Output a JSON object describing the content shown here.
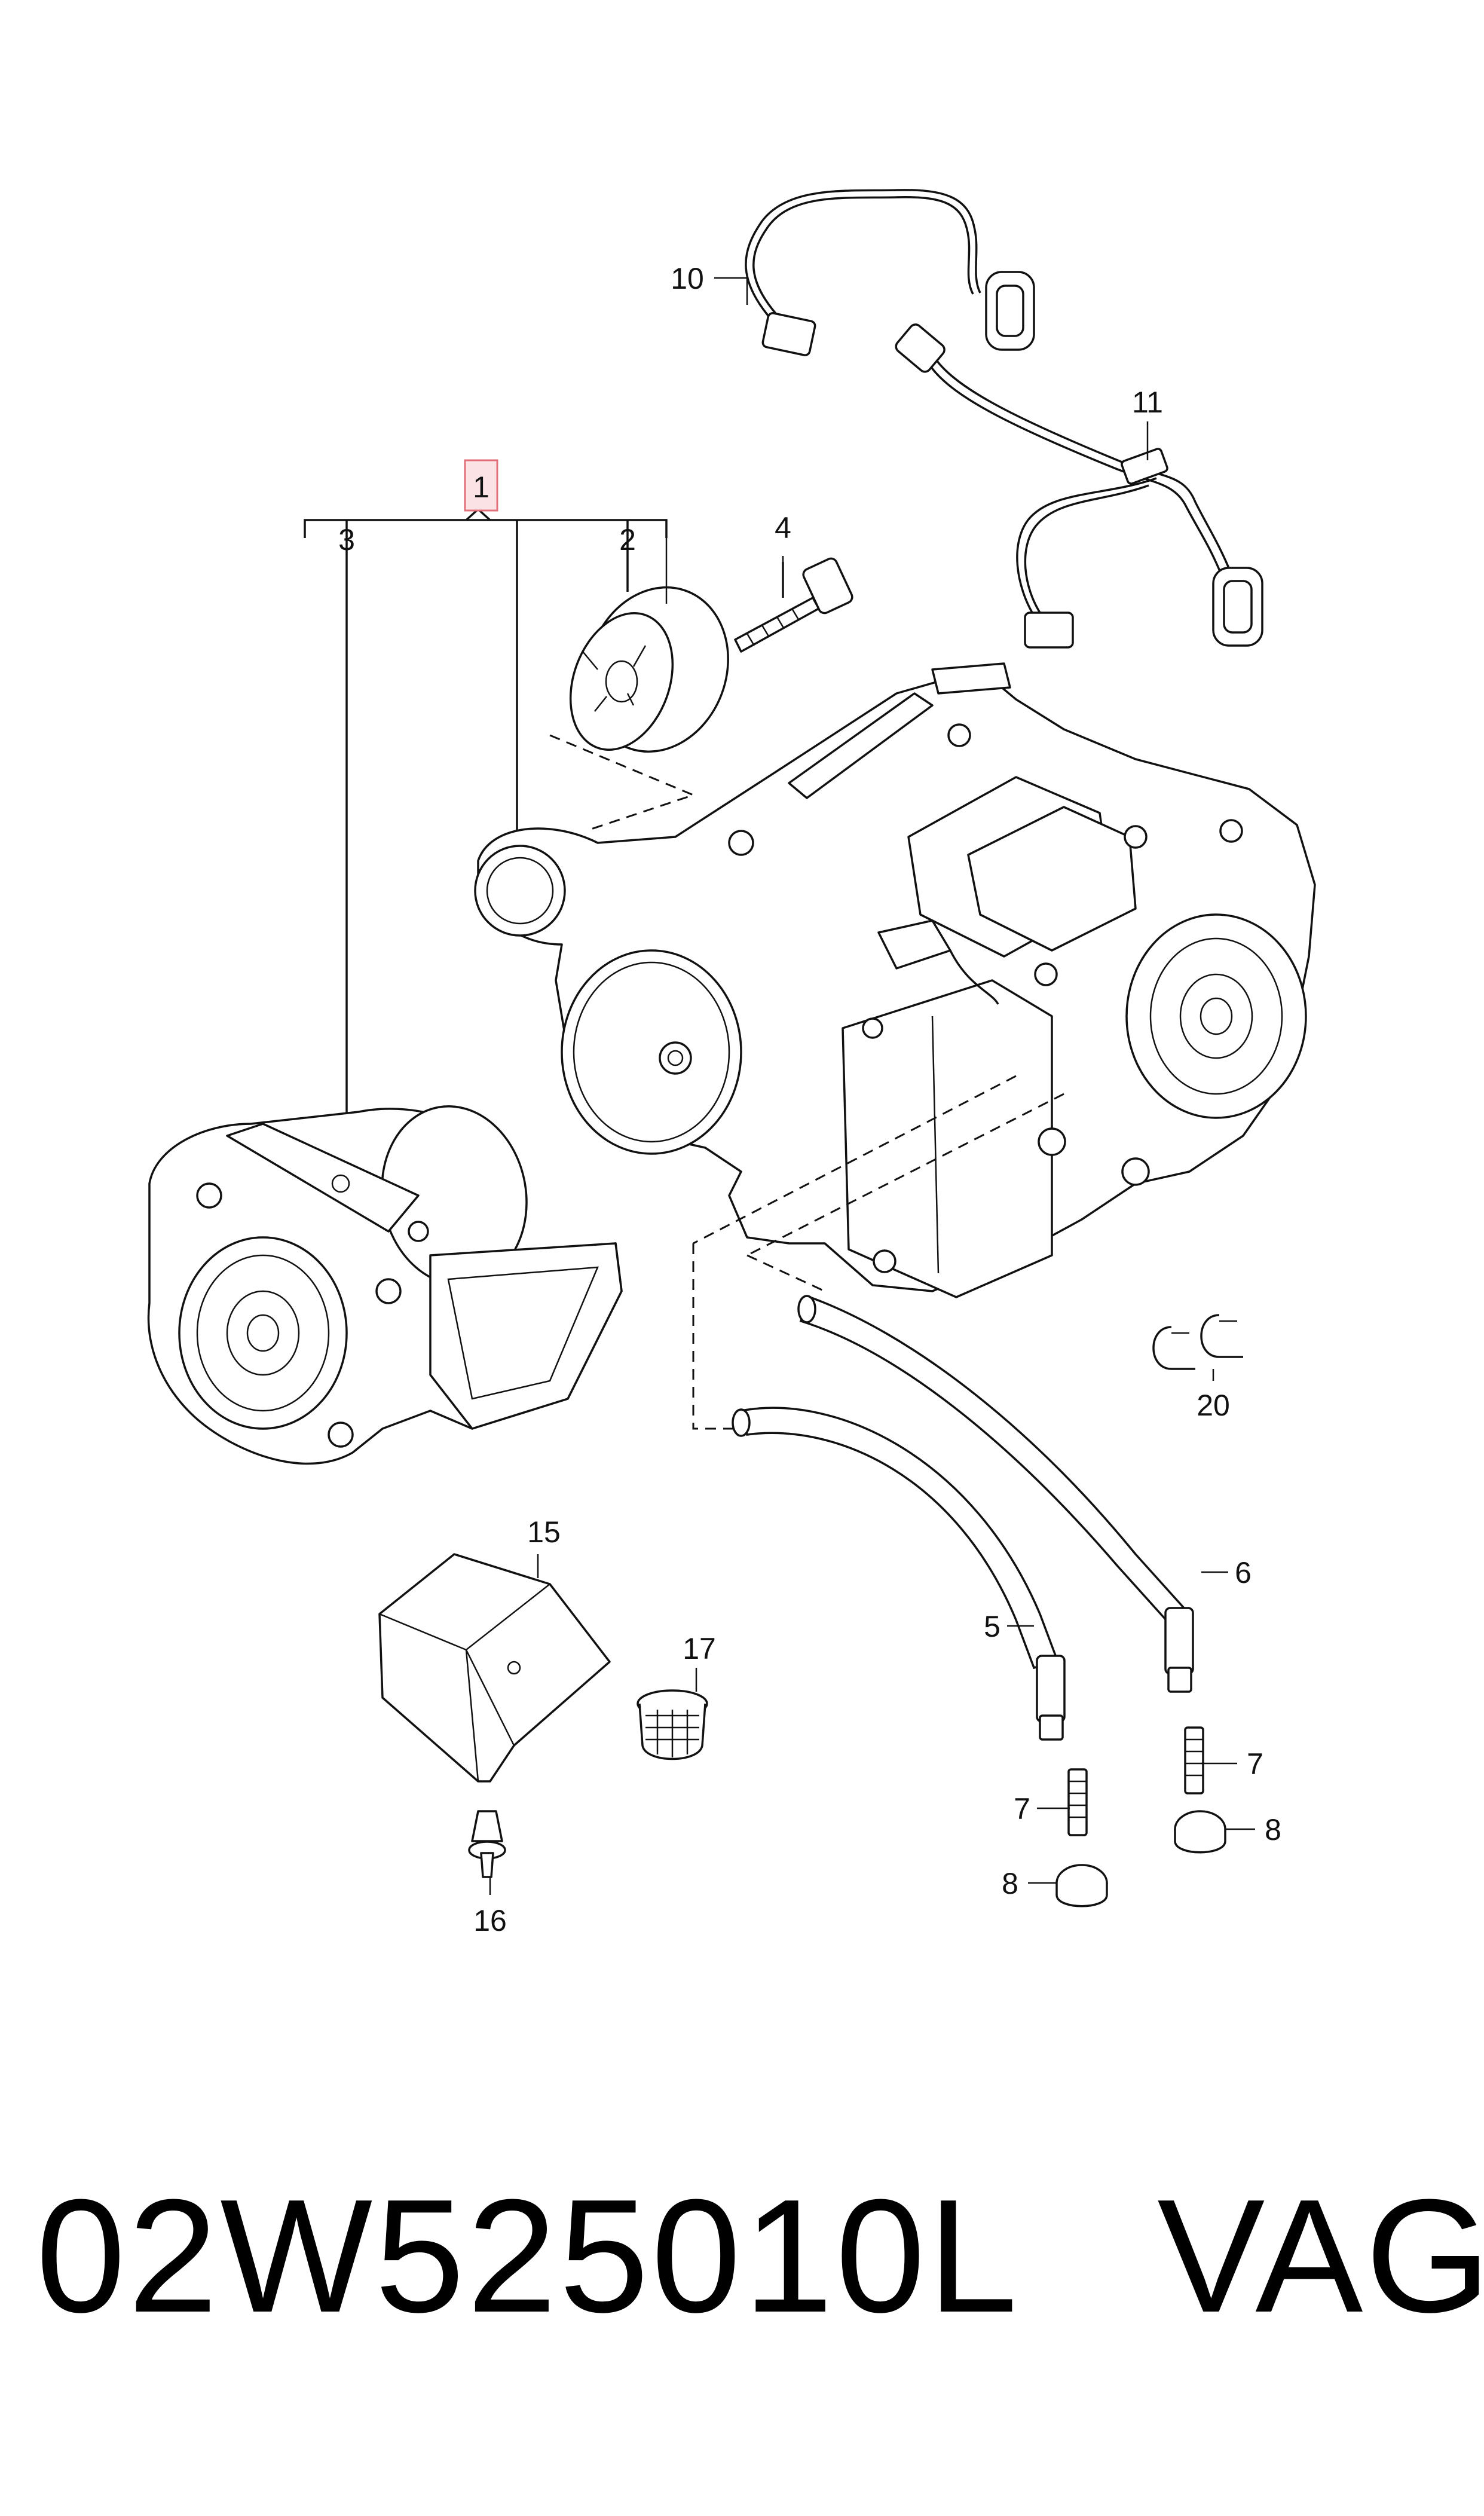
{
  "diagram": {
    "callouts": [
      {
        "id": "c1",
        "text": "1",
        "highlighted": true
      },
      {
        "id": "c2",
        "text": "2"
      },
      {
        "id": "c3",
        "text": "3"
      },
      {
        "id": "c4",
        "text": "4"
      },
      {
        "id": "c5",
        "text": "5"
      },
      {
        "id": "c6",
        "text": "6"
      },
      {
        "id": "c7a",
        "text": "7"
      },
      {
        "id": "c7b",
        "text": "7"
      },
      {
        "id": "c8a",
        "text": "8"
      },
      {
        "id": "c8b",
        "text": "8"
      },
      {
        "id": "c10",
        "text": "10"
      },
      {
        "id": "c11",
        "text": "11"
      },
      {
        "id": "c15",
        "text": "15"
      },
      {
        "id": "c16",
        "text": "16"
      },
      {
        "id": "c17",
        "text": "17"
      },
      {
        "id": "c20",
        "text": "20"
      }
    ],
    "highlight_color": "#e0707a"
  },
  "footer": {
    "part_number": "02W525010L",
    "brand": "VAG"
  }
}
